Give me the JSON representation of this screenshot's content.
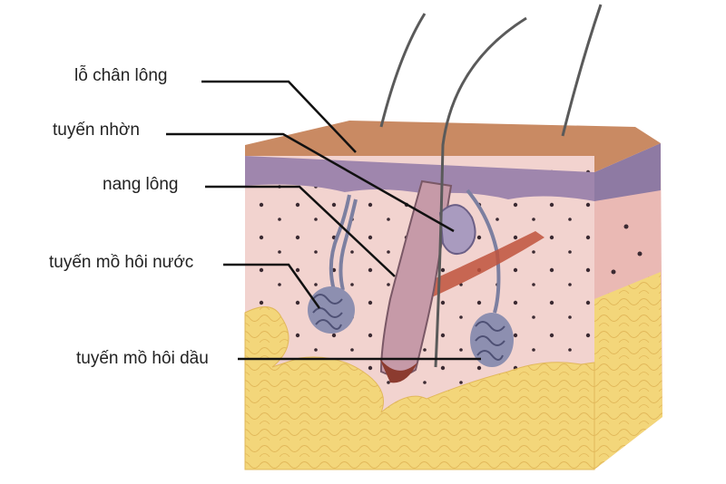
{
  "colors": {
    "epidermis_top": "#c98a63",
    "epidermis_band": "#9f86ad",
    "dermis": "#f2d3cf",
    "fat": "#f3d67a",
    "fat_cell_outline": "#e2b85a",
    "hair": "#555555",
    "gland": "#7c7fa0",
    "muscle": "#c0523c",
    "leader_line": "#111111"
  },
  "labels": {
    "pore": "lỗ chân lông",
    "sebaceous_gland": "tuyến nhờn",
    "hair_follicle": "nang lông",
    "eccrine_sweat_gland": "tuyến mồ hôi nước",
    "apocrine_sweat_gland": "tuyến mồ hôi dầu"
  }
}
